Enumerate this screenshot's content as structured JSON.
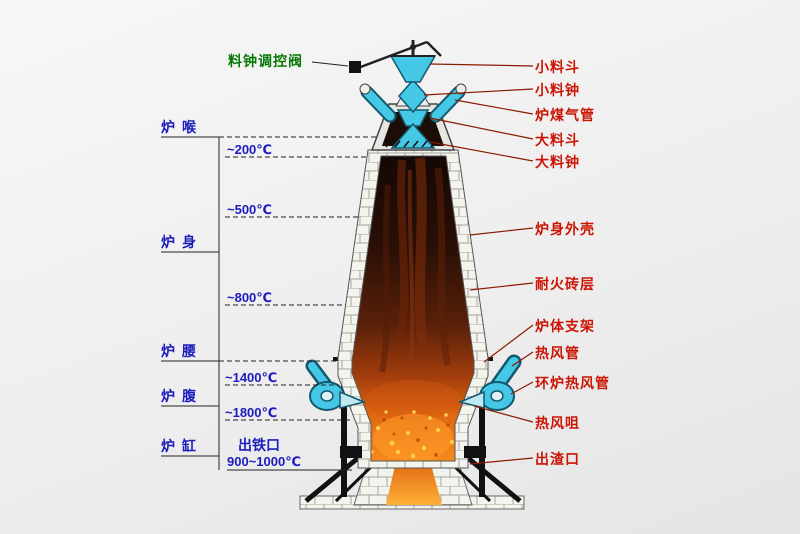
{
  "top_control": {
    "label": "料钟调控阀"
  },
  "zones": [
    {
      "label": "炉喉"
    },
    {
      "label": "炉身"
    },
    {
      "label": "炉腰"
    },
    {
      "label": "炉腹"
    },
    {
      "label": "炉缸"
    }
  ],
  "temperatures": [
    {
      "label": "~200℃"
    },
    {
      "label": "~500℃"
    },
    {
      "label": "~800℃"
    },
    {
      "label": "~1400℃"
    },
    {
      "label": "~1800℃"
    }
  ],
  "tap": {
    "label": "出铁口",
    "temperature": "900~1000℃"
  },
  "parts": [
    {
      "label": "小料斗"
    },
    {
      "label": "小料钟"
    },
    {
      "label": "炉煤气管"
    },
    {
      "label": "大料斗"
    },
    {
      "label": "大料钟"
    },
    {
      "label": "炉身外壳"
    },
    {
      "label": "耐火砖层"
    },
    {
      "label": "炉体支架"
    },
    {
      "label": "热风管"
    },
    {
      "label": "环炉热风管"
    },
    {
      "label": "热风咀"
    },
    {
      "label": "出渣口"
    }
  ],
  "colors": {
    "zone_label_blue": "#1c1cbe",
    "part_label_red": "#cc1404",
    "control_label_green": "#067806",
    "pipe_cyan": "#45c8e6",
    "molten_orange": "#f58a1c",
    "brick_white": "#f4f4ee"
  }
}
